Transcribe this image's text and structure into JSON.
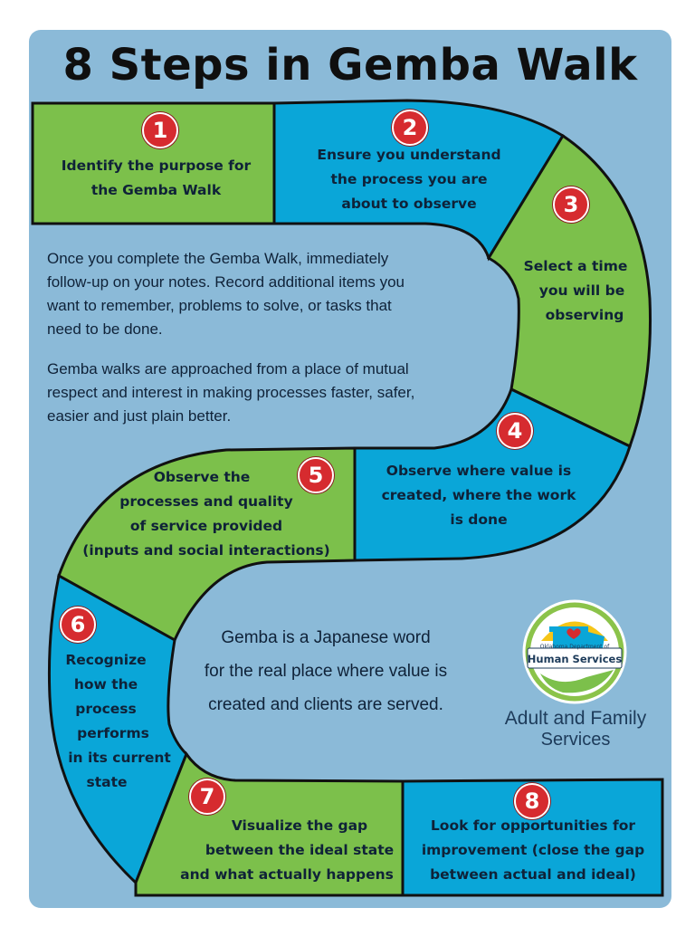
{
  "title": "8 Steps in Gemba Walk",
  "colors": {
    "background": "#8bbad8",
    "green": "#7cc04b",
    "blue": "#0aa6d8",
    "badge": "#d62b2f",
    "text": "#0f2238"
  },
  "steps": [
    {
      "number": "1",
      "lines": [
        "Identify the purpose for",
        "the Gemba Walk"
      ]
    },
    {
      "number": "2",
      "lines": [
        "Ensure you understand",
        "the process you are",
        "about to observe"
      ]
    },
    {
      "number": "3",
      "lines": [
        "Select a time",
        "you will be",
        "observing"
      ]
    },
    {
      "number": "4",
      "lines": [
        "Observe where value is",
        "created, where the work",
        "is done"
      ]
    },
    {
      "number": "5",
      "lines": [
        "Observe the",
        "processes and quality",
        "of service provided",
        "(inputs and social interactions)"
      ]
    },
    {
      "number": "6",
      "lines": [
        "Recognize",
        "how the",
        "process",
        "performs",
        "in its current",
        "state"
      ]
    },
    {
      "number": "7",
      "lines": [
        "Visualize the gap",
        "between the ideal state",
        "and what actually happens"
      ]
    },
    {
      "number": "8",
      "lines": [
        "Look for opportunities for",
        "improvement (close the gap",
        "between actual and ideal)"
      ]
    }
  ],
  "notes": {
    "paragraph1": [
      "Once you complete the Gemba Walk, immediately",
      "follow-up on your notes. Record additional items you",
      "want to remember, problems to solve, or tasks that",
      "need to be done."
    ],
    "paragraph2": [
      "Gemba walks are approached from a place of mutual",
      "respect and interest in making processes faster, safer,",
      "easier and just plain better."
    ]
  },
  "definition": [
    "Gemba is a Japanese word",
    "for the real place where value is",
    "created and clients are served."
  ],
  "logo": {
    "seal_line1": "Oklahoma Department of",
    "seal_line2": "Human Services",
    "icon": "oklahoma-heart-hands-icon",
    "brand_line1": "Adult and Family",
    "brand_line2": "Services"
  }
}
